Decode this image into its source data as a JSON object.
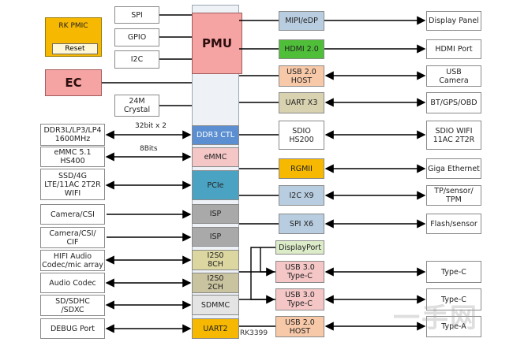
{
  "soc": {
    "label": "RK3399"
  },
  "pmic": {
    "title": "RK PMIC",
    "reset": "Reset"
  },
  "ec": {
    "label": "EC"
  },
  "pmu": {
    "label": "PMU"
  },
  "pmu_ifaces": [
    "SPI",
    "GPIO",
    "I2C"
  ],
  "crystal": "24M\nCrystal",
  "bus": {
    "ddr": "32bit x 2",
    "emmc": "8Bits"
  },
  "left_devices": [
    "DDR3L/LP3/LP4\n1600MHz",
    "eMMC 5.1\nHS400",
    "SSD/4G\nLTE/11AC 2T2R\nWIFI",
    "Camera/CSI",
    "Camera/CSI/\nCIF",
    "HIFI Audio\nCodec/mic array",
    "Audio Codec",
    "SD/SDHC\n/SDXC",
    "DEBUG Port"
  ],
  "left_ports": [
    "DDR3 CTL",
    "eMMC",
    "PCIe",
    "ISP",
    "ISP",
    "I2S0\n8CH",
    "I2S0\n2CH",
    "SDMMC",
    "UART2"
  ],
  "right_ports": [
    "MIPI/eDP",
    "HDMI 2.0",
    "USB 2.0\nHOST",
    "UART X3",
    "SDIO\nHS200",
    "RGMII",
    "I2C X9",
    "SPI X6",
    "DisplayPort",
    "USB 3.0\nType-C",
    "USB 3.0\nType-C",
    "USB 2.0\nHOST"
  ],
  "right_devices": [
    "Display Panel",
    "HDMI Port",
    "USB\nCamera",
    "BT/GPS/OBD",
    "SDIO WIFI\n11AC 2T2R",
    "Giga Ethernet",
    "TP/sensor/\nTPM",
    "Flash/sensor",
    "Type-C",
    "Type-C",
    "Type-A"
  ],
  "colors": {
    "blue_port": "#b9cde0",
    "green": "#4fbf3a",
    "peach": "#f8c9a8",
    "tan": "#d8d2b0",
    "gray_port": "#e4e4e4",
    "yellow": "#f6b800",
    "ddr": "#5b8fd1",
    "emmc": "#f4c6c6",
    "pcie": "#4aa3c2",
    "isp": "#a9a9a9",
    "i2s8": "#dcd7a0",
    "i2s2": "#c9c3a0",
    "rk_pmic": "#f6b800",
    "ec_pmu": "#f5a3a3"
  },
  "watermark": "一手网"
}
